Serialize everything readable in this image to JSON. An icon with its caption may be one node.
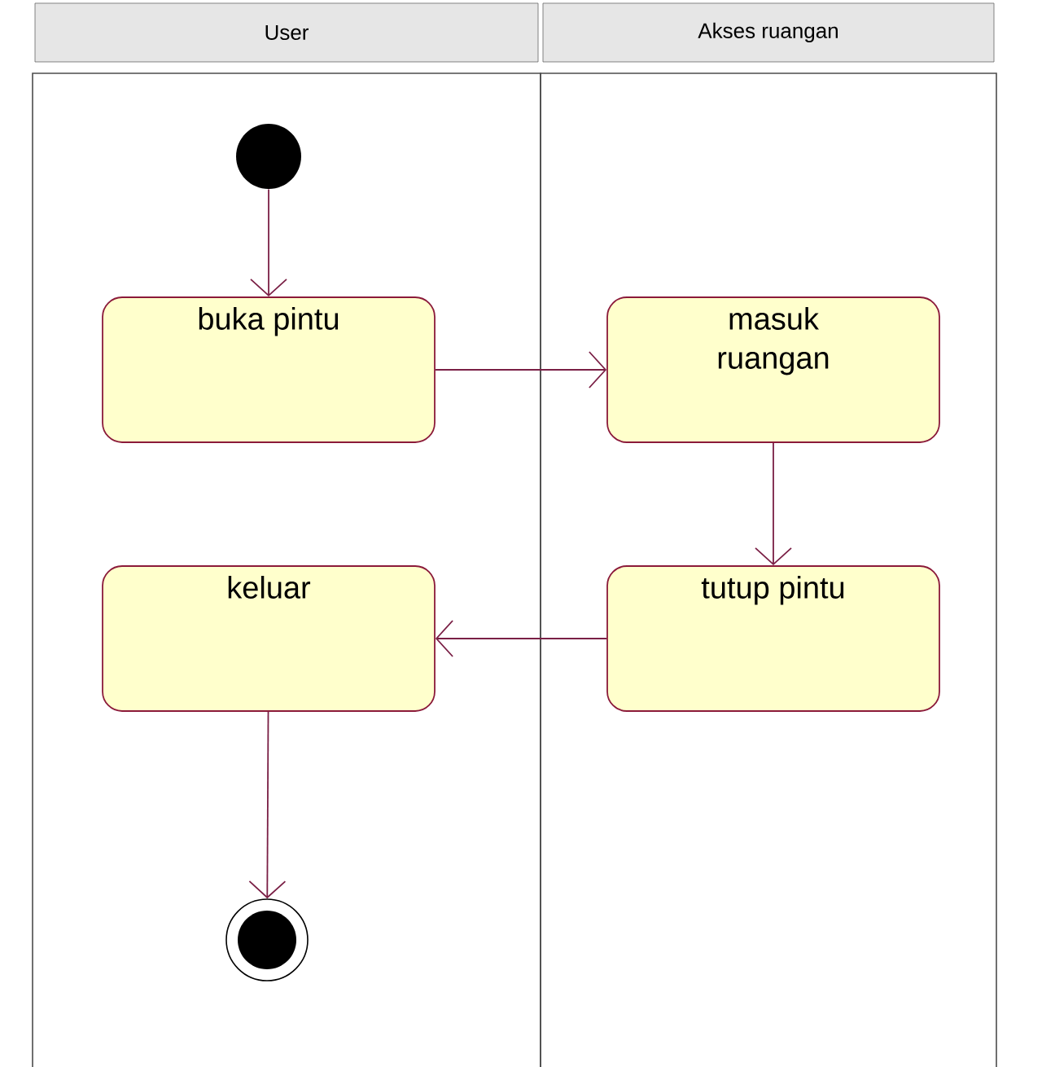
{
  "diagram": {
    "nodes": [
      {
        "text": [
          "User"
        ]
      },
      {
        "text": [
          "Akses ruangan"
        ]
      },
      {
        "text": [],
        "shape": "circle",
        "in": 0
      },
      {
        "text": [
          "buka pintu"
        ],
        "in": 0
      },
      {
        "text": [
          "masuk ruangan"
        ],
        "in": 1
      },
      {
        "text": [
          "keluar"
        ],
        "in": 0
      },
      {
        "text": [
          "tutup pintu"
        ],
        "in": 1
      },
      {
        "text": [],
        "shape": "circle",
        "in": 0
      }
    ],
    "edges": [
      {
        "from": 2,
        "to": 3,
        "arrow": "to"
      },
      {
        "from": 3,
        "to": 4,
        "arrow": "to"
      },
      {
        "from": 4,
        "to": 6,
        "arrow": "to"
      },
      {
        "from": 6,
        "to": 5,
        "arrow": "to"
      },
      {
        "from": 5,
        "to": 7,
        "arrow": "to"
      }
    ]
  }
}
